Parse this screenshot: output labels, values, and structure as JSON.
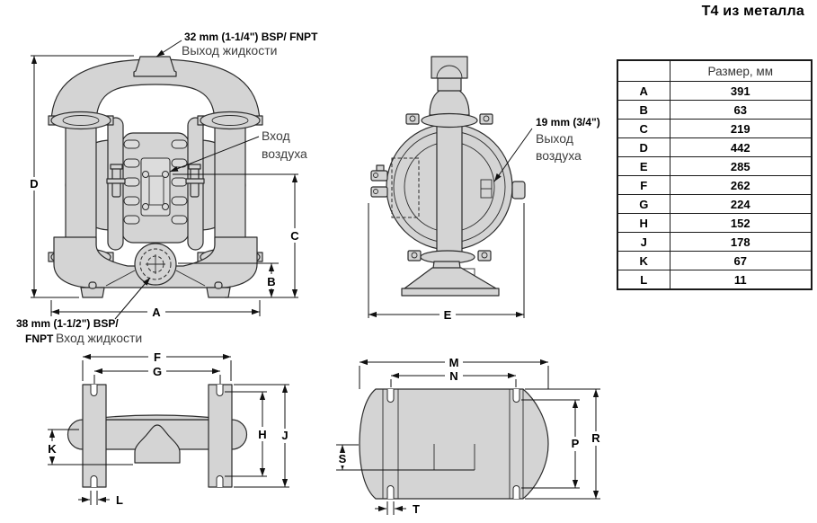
{
  "title": "Т4 из металла",
  "colors": {
    "body_fill": "#d4d4d4",
    "outline": "#2b2b2b",
    "dim_line": "#111111"
  },
  "table": {
    "header_size": "Размер, мм",
    "rows": [
      {
        "letter": "A",
        "value": "391"
      },
      {
        "letter": "B",
        "value": "63"
      },
      {
        "letter": "C",
        "value": "219"
      },
      {
        "letter": "D",
        "value": "442"
      },
      {
        "letter": "E",
        "value": "285"
      },
      {
        "letter": "F",
        "value": "262"
      },
      {
        "letter": "G",
        "value": "224"
      },
      {
        "letter": "H",
        "value": "152"
      },
      {
        "letter": "J",
        "value": "178"
      },
      {
        "letter": "K",
        "value": "67"
      },
      {
        "letter": "L",
        "value": "11"
      }
    ]
  },
  "callouts": {
    "liquid_outlet_spec": "32 mm (1-1/4\") BSP/ FNPT",
    "liquid_outlet_label": "Выход жидкости",
    "air_inlet_line1": "Вход",
    "air_inlet_line2": "воздуха",
    "liquid_inlet_spec": "38 mm (1-1/2\") BSP/",
    "liquid_inlet_spec2": "FNPT",
    "liquid_inlet_label": "Вход жидкости",
    "air_outlet_spec": "19 mm (3/4\")",
    "air_outlet_line1": "Выход",
    "air_outlet_line2": "воздуха"
  },
  "dim_labels": {
    "a": "A",
    "b": "B",
    "c": "C",
    "d": "D",
    "e": "E",
    "f": "F",
    "g": "G",
    "h": "H",
    "j": "J",
    "k": "K",
    "l": "L",
    "m": "M",
    "n": "N",
    "p": "P",
    "r": "R",
    "s": "S",
    "t": "T"
  }
}
